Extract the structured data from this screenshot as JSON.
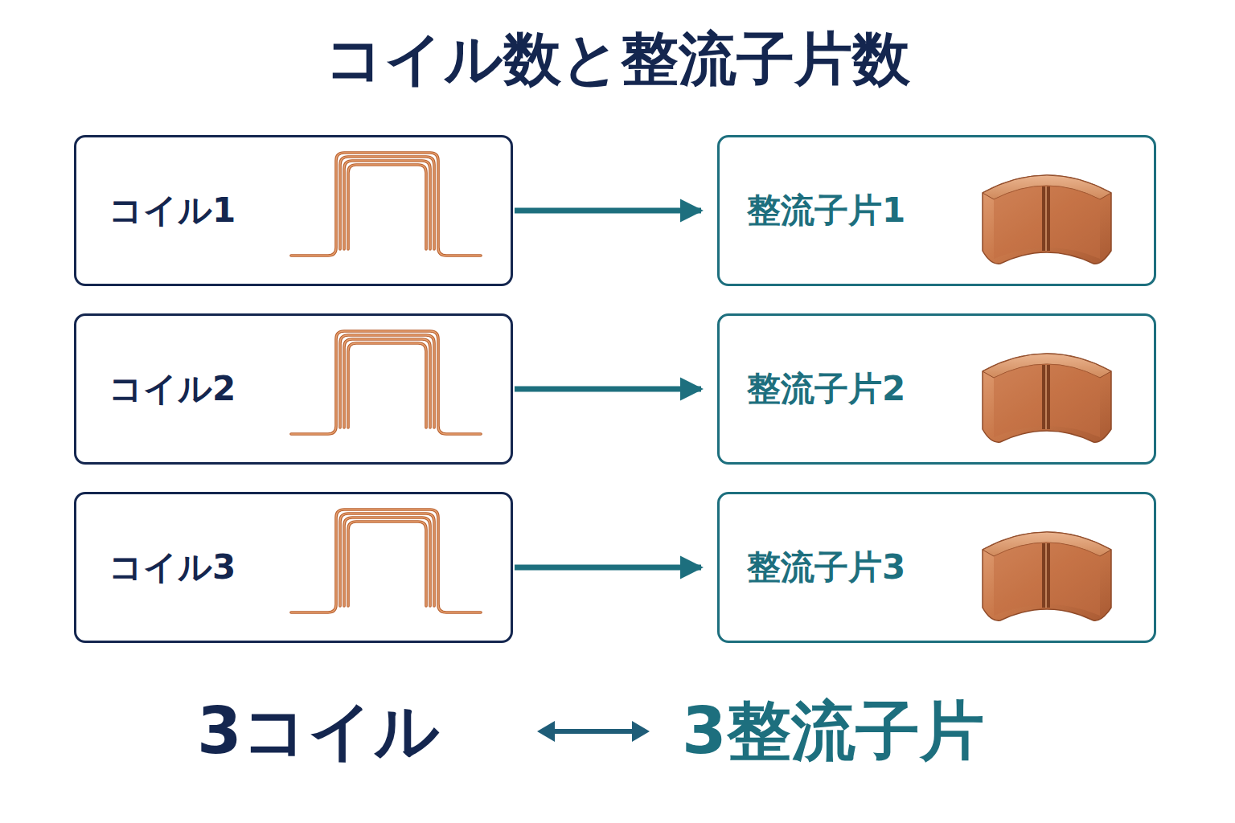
{
  "diagram": {
    "title": "コイル数と整流子片数",
    "nodes": [
      {
        "text": [
          "コイル1"
        ]
      },
      {
        "text": [
          "整流子片1"
        ]
      },
      {
        "text": [
          "コイル2"
        ]
      },
      {
        "text": [
          "整流子片2"
        ]
      },
      {
        "text": [
          "コイル3"
        ]
      },
      {
        "text": [
          "整流子片3"
        ]
      }
    ],
    "edges": [
      {
        "from": 0,
        "to": 1,
        "arrow": "to"
      },
      {
        "from": 2,
        "to": 3,
        "arrow": "to"
      },
      {
        "from": 4,
        "to": 5,
        "arrow": "to"
      }
    ],
    "labels": [
      "3コイル",
      "3整流子片"
    ]
  }
}
